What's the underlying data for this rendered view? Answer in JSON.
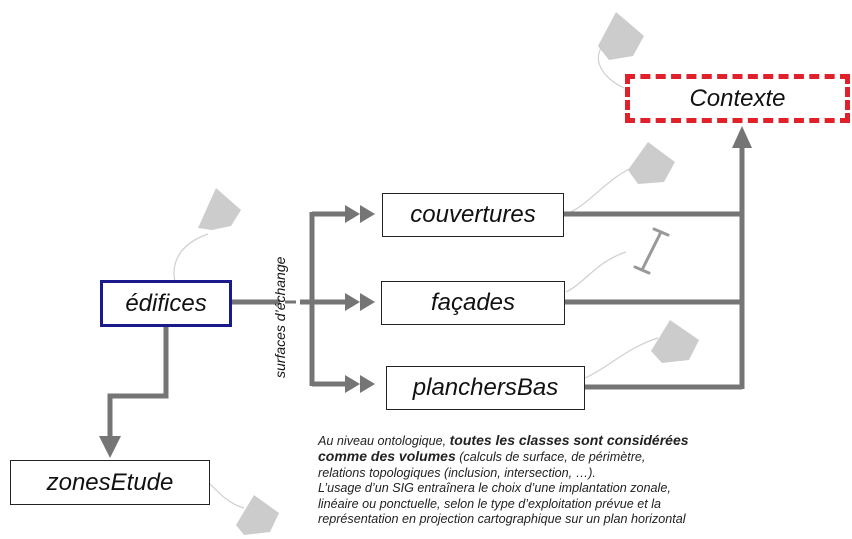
{
  "nodes": {
    "contexte": "Contexte",
    "edifices": "édifices",
    "couvertures": "couvertures",
    "facades": "façades",
    "planchers": "planchersBas",
    "zones": "zonesEtude"
  },
  "edge_label": "surfaces d’échange",
  "note": {
    "l1_a": "Au niveau ontologique, ",
    "l1_b": "toutes les classes sont considérées",
    "l2_a": "comme des volumes",
    "l2_b": " (calculs de surface, de périmètre,",
    "l3": "relations topologiques (inclusion, intersection, …).",
    "l4": "L’usage d’un SIG entraînera le choix d’une implantation zonale,",
    "l5": "linéaire ou ponctuelle, selon le type d’exploitation prévue et la",
    "l6": "représentation en projection cartographique sur un plan horizontal"
  },
  "colors": {
    "connector": "#757575",
    "edifices_border": "#1a1a8c",
    "contexte_border": "#e0202a",
    "icon_fill": "#cccccc"
  },
  "icons": [
    "polygon-icon",
    "line-icon",
    "polygon-icon",
    "polygon-icon",
    "polygon-icon"
  ]
}
